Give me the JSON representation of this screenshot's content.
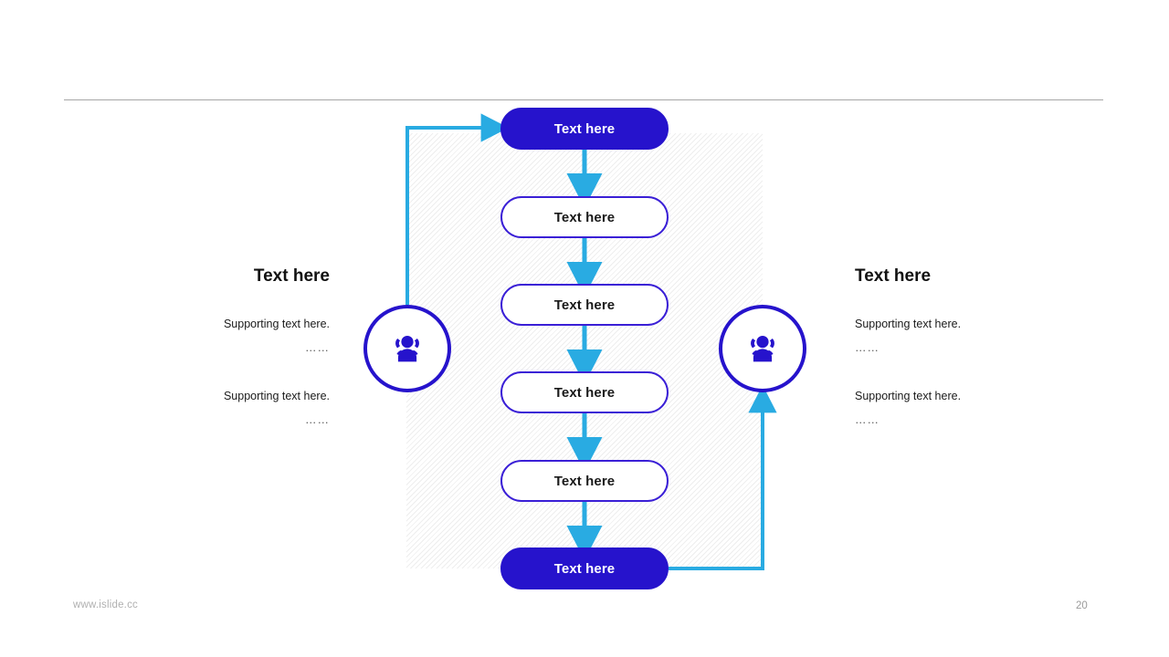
{
  "slide": {
    "page_number": "20",
    "website": "www.islide.cc",
    "accent_color": "#2613CC",
    "arrow_color": "#29ABE2",
    "outline_color": "#3A1FD6",
    "rule_color": "#A6A6A6"
  },
  "flow": {
    "steps": [
      {
        "label": "Text here",
        "style": "filled"
      },
      {
        "label": "Text here",
        "style": "outline"
      },
      {
        "label": "Text here",
        "style": "outline"
      },
      {
        "label": "Text here",
        "style": "outline"
      },
      {
        "label": "Text here",
        "style": "outline"
      },
      {
        "label": "Text here",
        "style": "filled"
      }
    ]
  },
  "badges": {
    "left": {
      "icon": "people-group-icon"
    },
    "right": {
      "icon": "people-group-icon"
    }
  },
  "left_panel": {
    "title": "Text here",
    "items": [
      {
        "text": "Supporting text here.",
        "dots": "……"
      },
      {
        "text": "Supporting text here.",
        "dots": "……"
      }
    ]
  },
  "right_panel": {
    "title": "Text here",
    "items": [
      {
        "text": "Supporting text here.",
        "dots": "……"
      },
      {
        "text": "Supporting text here.",
        "dots": "……"
      }
    ]
  }
}
